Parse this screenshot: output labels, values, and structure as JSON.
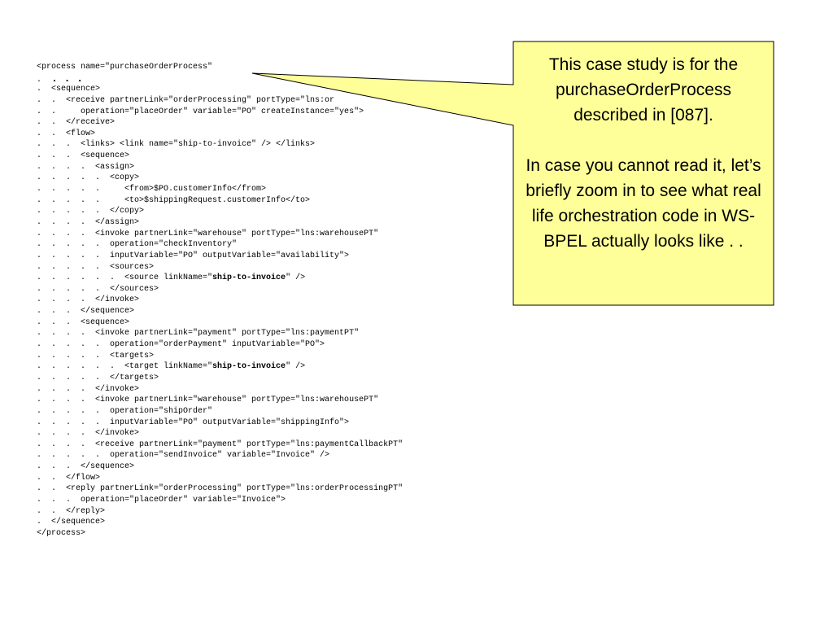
{
  "code_lines": [
    [
      {
        "t": "<process name=\"purchaseOrderProcess\""
      }
    ],
    [
      {
        "t": ".  ",
        "c": ""
      },
      {
        "t": ". . .",
        "c": "bigdots"
      }
    ],
    [
      {
        "t": ".  <sequence>"
      }
    ],
    [
      {
        "t": ".  .  <receive partnerLink=\"orderProcessing\" portType=\"lns:or"
      }
    ],
    [
      {
        "t": ".  .     operation=\"placeOrder\" variable=\"PO\" createInstance=\"yes\">"
      }
    ],
    [
      {
        "t": ".  .  </receive>"
      }
    ],
    [
      {
        "t": ".  .  <flow>"
      }
    ],
    [
      {
        "t": ".  .  .  <links> <link name=\"ship-to-invoice\" /> </links>"
      }
    ],
    [
      {
        "t": ".  .  .  <sequence>"
      }
    ],
    [
      {
        "t": ".  .  .  .  <assign>"
      }
    ],
    [
      {
        "t": ".  .  .  .  .  <copy>"
      }
    ],
    [
      {
        "t": ".  .  .  .  .     <from>$PO.customerInfo</from>"
      }
    ],
    [
      {
        "t": ".  .  .  .  .     <to>$shippingRequest.customerInfo</to>"
      }
    ],
    [
      {
        "t": ".  .  .  .  .  </copy>"
      }
    ],
    [
      {
        "t": ".  .  .  .  </assign>"
      }
    ],
    [
      {
        "t": ".  .  .  .  <invoke partnerLink=\"warehouse\" portType=\"lns:warehousePT\""
      }
    ],
    [
      {
        "t": ".  .  .  .  .  operation=\"checkInventory\""
      }
    ],
    [
      {
        "t": ".  .  .  .  .  inputVariable=\"PO\" outputVariable=\"availability\">"
      }
    ],
    [
      {
        "t": ".  .  .  .  .  <sources>"
      }
    ],
    [
      {
        "t": ".  .  .  .  .  .  <source linkName=\""
      },
      {
        "t": "ship-to-invoice",
        "c": "hl"
      },
      {
        "t": "\" />"
      }
    ],
    [
      {
        "t": ".  .  .  .  .  </sources>"
      }
    ],
    [
      {
        "t": ".  .  .  .  </invoke>"
      }
    ],
    [
      {
        "t": ".  .  .  </sequence>"
      }
    ],
    [
      {
        "t": ".  .  .  <sequence>"
      }
    ],
    [
      {
        "t": ".  .  .  .  <invoke partnerLink=\"payment\" portType=\"lns:paymentPT\""
      }
    ],
    [
      {
        "t": ".  .  .  .  .  operation=\"orderPayment\" inputVariable=\"PO\">"
      }
    ],
    [
      {
        "t": ".  .  .  .  .  <targets>"
      }
    ],
    [
      {
        "t": ".  .  .  .  .  .  <target linkName=\""
      },
      {
        "t": "ship-to-invoice",
        "c": "hl"
      },
      {
        "t": "\" />"
      }
    ],
    [
      {
        "t": ".  .  .  .  .  </targets>"
      }
    ],
    [
      {
        "t": ".  .  .  .  </invoke>"
      }
    ],
    [
      {
        "t": ".  .  .  .  <invoke partnerLink=\"warehouse\" portType=\"lns:warehousePT\""
      }
    ],
    [
      {
        "t": ".  .  .  .  .  operation=\"shipOrder\""
      }
    ],
    [
      {
        "t": ".  .  .  .  .  inputVariable=\"PO\" outputVariable=\"shippingInfo\">"
      }
    ],
    [
      {
        "t": ".  .  .  .  </invoke>"
      }
    ],
    [
      {
        "t": ".  .  .  .  <receive partnerLink=\"payment\" portType=\"lns:paymentCallbackPT\""
      }
    ],
    [
      {
        "t": ".  .  .  .  .  operation=\"sendInvoice\" variable=\"Invoice\" />"
      }
    ],
    [
      {
        "t": ".  .  .  </sequence>"
      }
    ],
    [
      {
        "t": ".  .  </flow>"
      }
    ],
    [
      {
        "t": ".  .  <reply partnerLink=\"orderProcessing\" portType=\"lns:orderProcessingPT\""
      }
    ],
    [
      {
        "t": ".  .  .  operation=\"placeOrder\" variable=\"Invoice\">"
      }
    ],
    [
      {
        "t": ".  .  </reply>"
      }
    ],
    [
      {
        "t": ".  </sequence>"
      }
    ],
    [
      {
        "t": "</process>"
      }
    ]
  ],
  "callout": {
    "paragraph1": "This case study is for the purchaseOrderProcess described in [087].",
    "paragraph2": "In case you cannot read it, let’s briefly zoom in to see what real life orchestration code in WS-BPEL actually looks like . .",
    "fill_color": "#ffff99",
    "border_color": "#000000"
  }
}
